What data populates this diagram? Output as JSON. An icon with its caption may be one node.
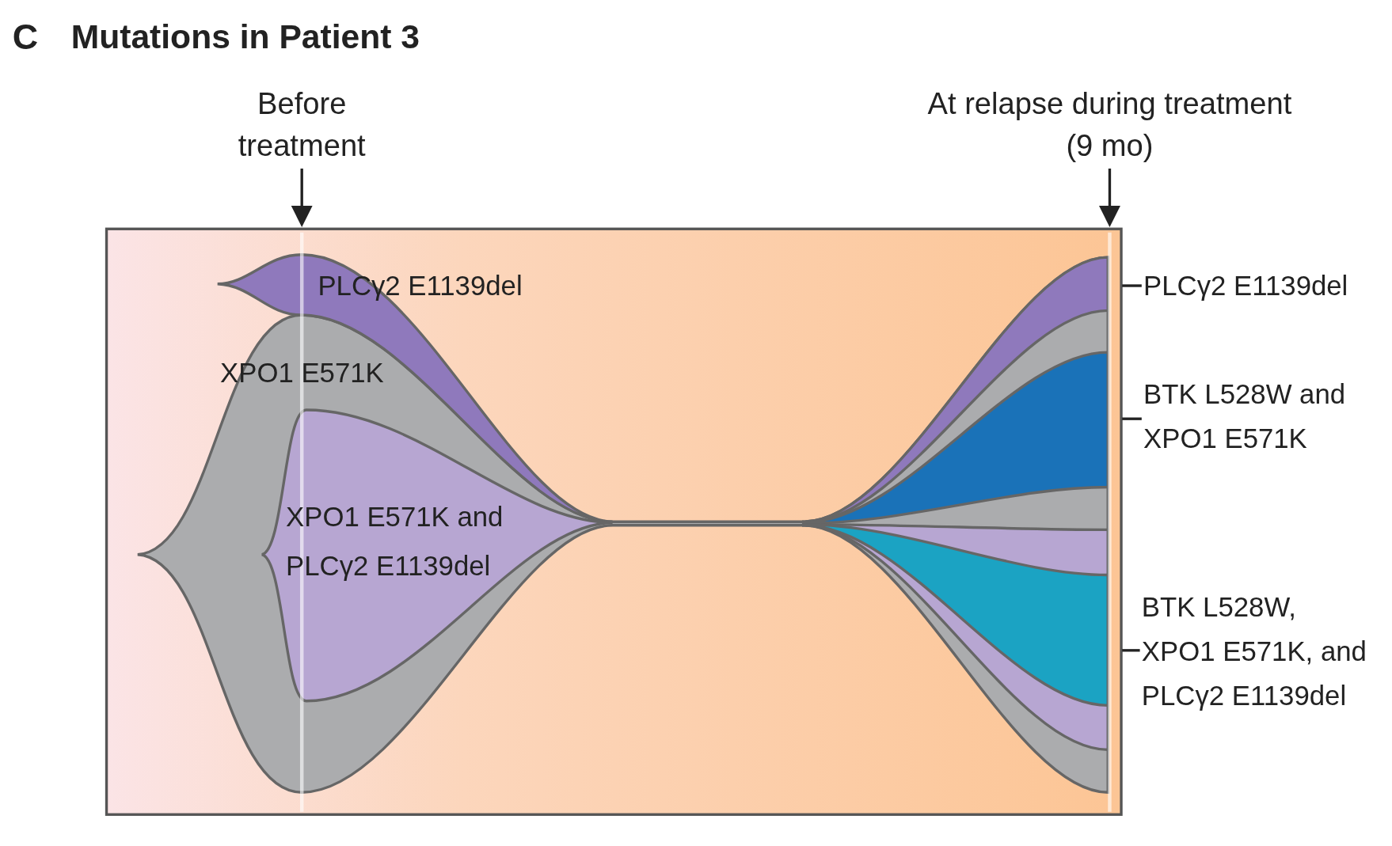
{
  "diagram": {
    "title": "Mutations in Patient 3",
    "nodes": [
      {
        "text": [
          "Before treatment"
        ]
      },
      {
        "text": [
          "At relapse during treatment (9 mo)"
        ]
      },
      {
        "text": [
          "PLCγ2 E1139del"
        ]
      },
      {
        "text": [
          "BTK L528W and XPO1 E571K"
        ]
      },
      {
        "text": [
          "BTK L528W, XPO1 E571K, and PLCγ2 E1139del"
        ]
      }
    ],
    "edges": [
      {
        "from": 0,
        "to": null,
        "arrow": "to"
      },
      {
        "from": 1,
        "to": null,
        "arrow": "to"
      },
      {
        "from": 2,
        "to": null,
        "arrow": "none"
      },
      {
        "from": 3,
        "to": null,
        "arrow": "none"
      },
      {
        "from": 4,
        "to": null,
        "arrow": "none"
      }
    ],
    "labels": [
      "C",
      "PLCγ2 E1139del",
      "XPO1 E571K",
      "XPO1 E571K and PLCγ2 E1139del"
    ]
  }
}
